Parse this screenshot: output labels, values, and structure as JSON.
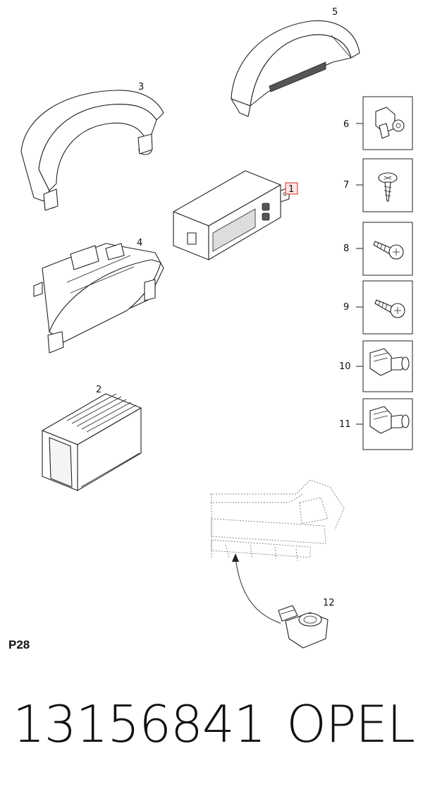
{
  "callouts": [
    {
      "id": "1",
      "label": "1",
      "highlighted": true
    },
    {
      "id": "2",
      "label": "2"
    },
    {
      "id": "3",
      "label": "3"
    },
    {
      "id": "4",
      "label": "4"
    },
    {
      "id": "5",
      "label": "5"
    },
    {
      "id": "6",
      "label": "6"
    },
    {
      "id": "7",
      "label": "7"
    },
    {
      "id": "8",
      "label": "8"
    },
    {
      "id": "9",
      "label": "9"
    },
    {
      "id": "10",
      "label": "10"
    },
    {
      "id": "11",
      "label": "11"
    },
    {
      "id": "12",
      "label": "12"
    }
  ],
  "page_code": "P28",
  "part_number": "13156841",
  "brand": "OPEL",
  "colors": {
    "highlight_fill": "#fde4e4",
    "highlight_stroke": "#d03030",
    "line": "#222222"
  }
}
